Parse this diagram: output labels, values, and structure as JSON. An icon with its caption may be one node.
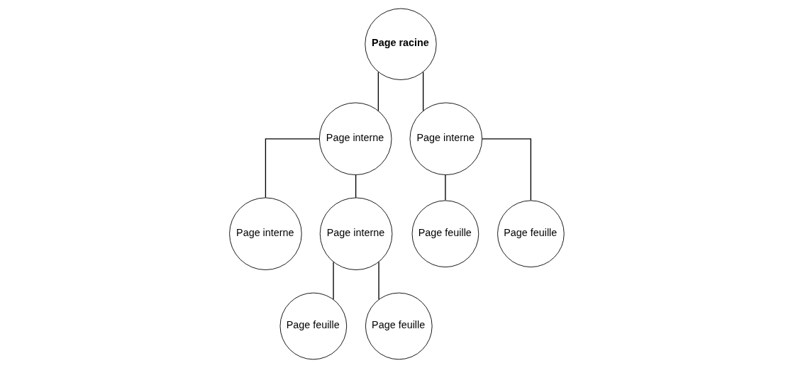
{
  "diagram": {
    "nodes": [
      {
        "text": [
          "Page racine"
        ]
      },
      {
        "text": [
          "Page interne"
        ]
      },
      {
        "text": [
          "Page interne"
        ]
      },
      {
        "text": [
          "Page interne"
        ]
      },
      {
        "text": [
          "Page interne"
        ]
      },
      {
        "text": [
          "Page feuille"
        ]
      },
      {
        "text": [
          "Page feuille"
        ]
      },
      {
        "text": [
          "Page feuille"
        ]
      },
      {
        "text": [
          "Page feuille"
        ]
      }
    ],
    "edges": [
      {
        "from": 0,
        "to": 1,
        "arrow": "none"
      },
      {
        "from": 0,
        "to": 2,
        "arrow": "none"
      },
      {
        "from": 1,
        "to": 3,
        "arrow": "none"
      },
      {
        "from": 1,
        "to": 4,
        "arrow": "none"
      },
      {
        "from": 2,
        "to": 5,
        "arrow": "none"
      },
      {
        "from": 2,
        "to": 6,
        "arrow": "none"
      },
      {
        "from": 4,
        "to": 7,
        "arrow": "none"
      },
      {
        "from": 4,
        "to": 8,
        "arrow": "none"
      }
    ]
  }
}
